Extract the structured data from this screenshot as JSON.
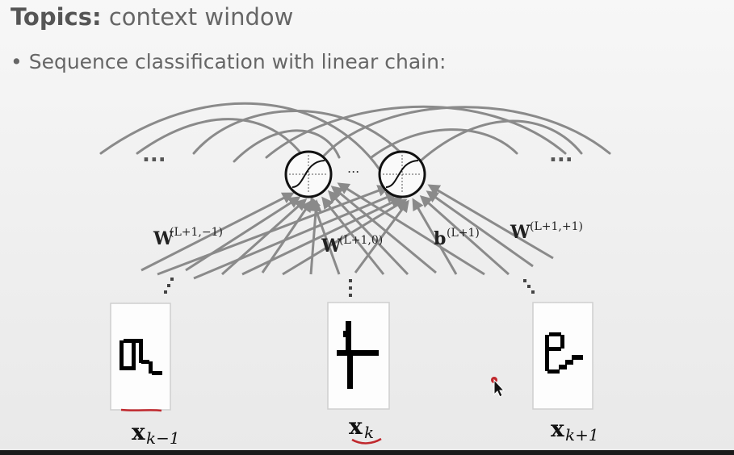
{
  "title": {
    "bold": "Topics:",
    "rest": "context window"
  },
  "bullet": {
    "marker": "•",
    "text": "Sequence classification with linear chain:"
  },
  "diagram": {
    "ellipsis_left": "...",
    "ellipsis_center": "...",
    "ellipsis_right": "...",
    "weights": [
      {
        "base": "W",
        "sup": "(L+1,−1)"
      },
      {
        "base": "W",
        "sup": "(L+1,0)"
      },
      {
        "base": "b",
        "sup": "(L+1)"
      },
      {
        "base": "W",
        "sup": "(L+1,+1)"
      }
    ],
    "inputs": [
      {
        "base": "x",
        "sub": "k−1",
        "underline": true
      },
      {
        "base": "x",
        "sub": "k",
        "underline": true
      },
      {
        "base": "x",
        "sub": "k+1",
        "underline": false
      }
    ],
    "colors": {
      "edge": "#8a8a8a",
      "node": "#111111",
      "underline": "#c0282d",
      "cursor_dot": "#c0282d"
    }
  }
}
